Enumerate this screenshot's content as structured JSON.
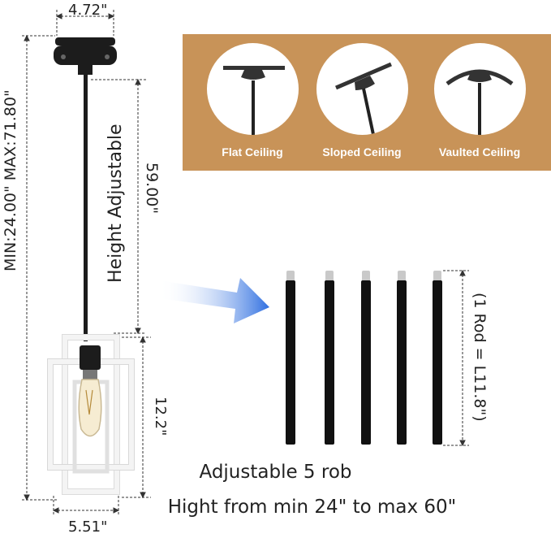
{
  "dimensions": {
    "canopy_width": "4.72\"",
    "total_height": "MIN:24.00\"  MAX:71.80\"",
    "height_adjustable": "Height Adjustable",
    "rod_length": "59.00\"",
    "cage_height": "12.2\"",
    "cage_width": "5.51\""
  },
  "ceiling_types": [
    {
      "label": "Flat Ceiling",
      "icon": "flat-ceiling-icon"
    },
    {
      "label": "Sloped Ceiling",
      "icon": "sloped-ceiling-icon"
    },
    {
      "label": "Vaulted Ceiling",
      "icon": "vaulted-ceiling-icon"
    }
  ],
  "rods": {
    "count": 5,
    "rod_note": "(1 Rod = L11.8\")",
    "caption_line1": "Adjustable 5 rob",
    "caption_line2": "Hight from min 24\" to max 60\""
  },
  "colors": {
    "panel": "#c89358",
    "arrow": "#2f6fe0",
    "fixture_black": "#1c1c1c",
    "fixture_white": "#f4f4f4"
  }
}
